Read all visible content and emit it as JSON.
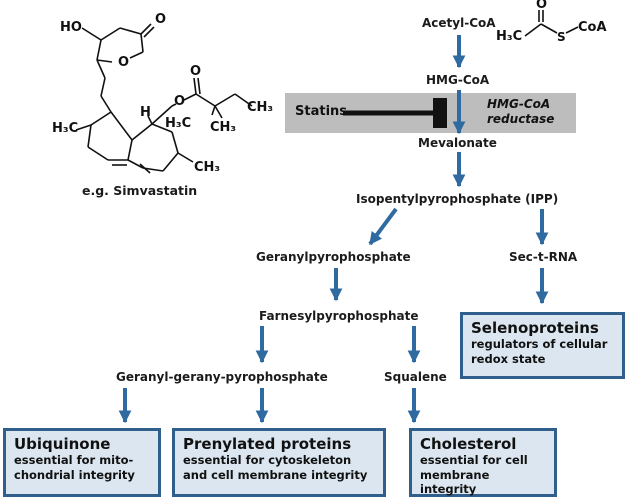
{
  "pathway": {
    "acetyl_coa": "Acetyl-CoA",
    "hmg_coa": "HMG-CoA",
    "mevalonate": "Mevalonate",
    "ipp": "Isopentylpyrophosphate (IPP)",
    "gpp": "Geranylpyrophosphate",
    "sec_trna": "Sec-t-RNA",
    "fpp": "Farnesylpyrophosphate",
    "ggpp": "Geranyl-gerany-pyrophosphate",
    "squalene": "Squalene"
  },
  "inhibition": {
    "statins": "Statins",
    "enzyme_line1": "HMG-CoA",
    "enzyme_line2": "reductase"
  },
  "acetyl_structure": {
    "o": "O",
    "s": "S",
    "coa": "CoA",
    "ch3": "H₃C"
  },
  "simvastatin": {
    "caption": "e.g. Simvastatin",
    "ho": "HO",
    "o_ketone": "O",
    "o_ring": "O",
    "o_ester": "O",
    "o_carbonyl": "O",
    "h": "H",
    "h3c_left": "H₃C",
    "h3c_mid": "H₃C",
    "ch3_top": "CH₃",
    "ch3_mid": "CH₃",
    "ch3_bottom": "CH₃"
  },
  "outcomes": [
    {
      "title": "Selenoproteins",
      "line1": "regulators of cellular",
      "line2": "redox state"
    },
    {
      "title": "Ubiquinone",
      "line1": "essential for mito-",
      "line2": "chondrial integrity"
    },
    {
      "title": "Prenylated proteins",
      "line1": "essential for cytoskeleton",
      "line2": "and cell membrane integrity"
    },
    {
      "title": "Cholesterol",
      "line1": "essential for cell",
      "line2": "membrane integrity"
    }
  ],
  "colors": {
    "arrow": "#2f6aa0",
    "box_fill": "#dbe6f0",
    "box_border": "#2f5f8a",
    "inhibitor_bar": "#bdbdbd"
  }
}
